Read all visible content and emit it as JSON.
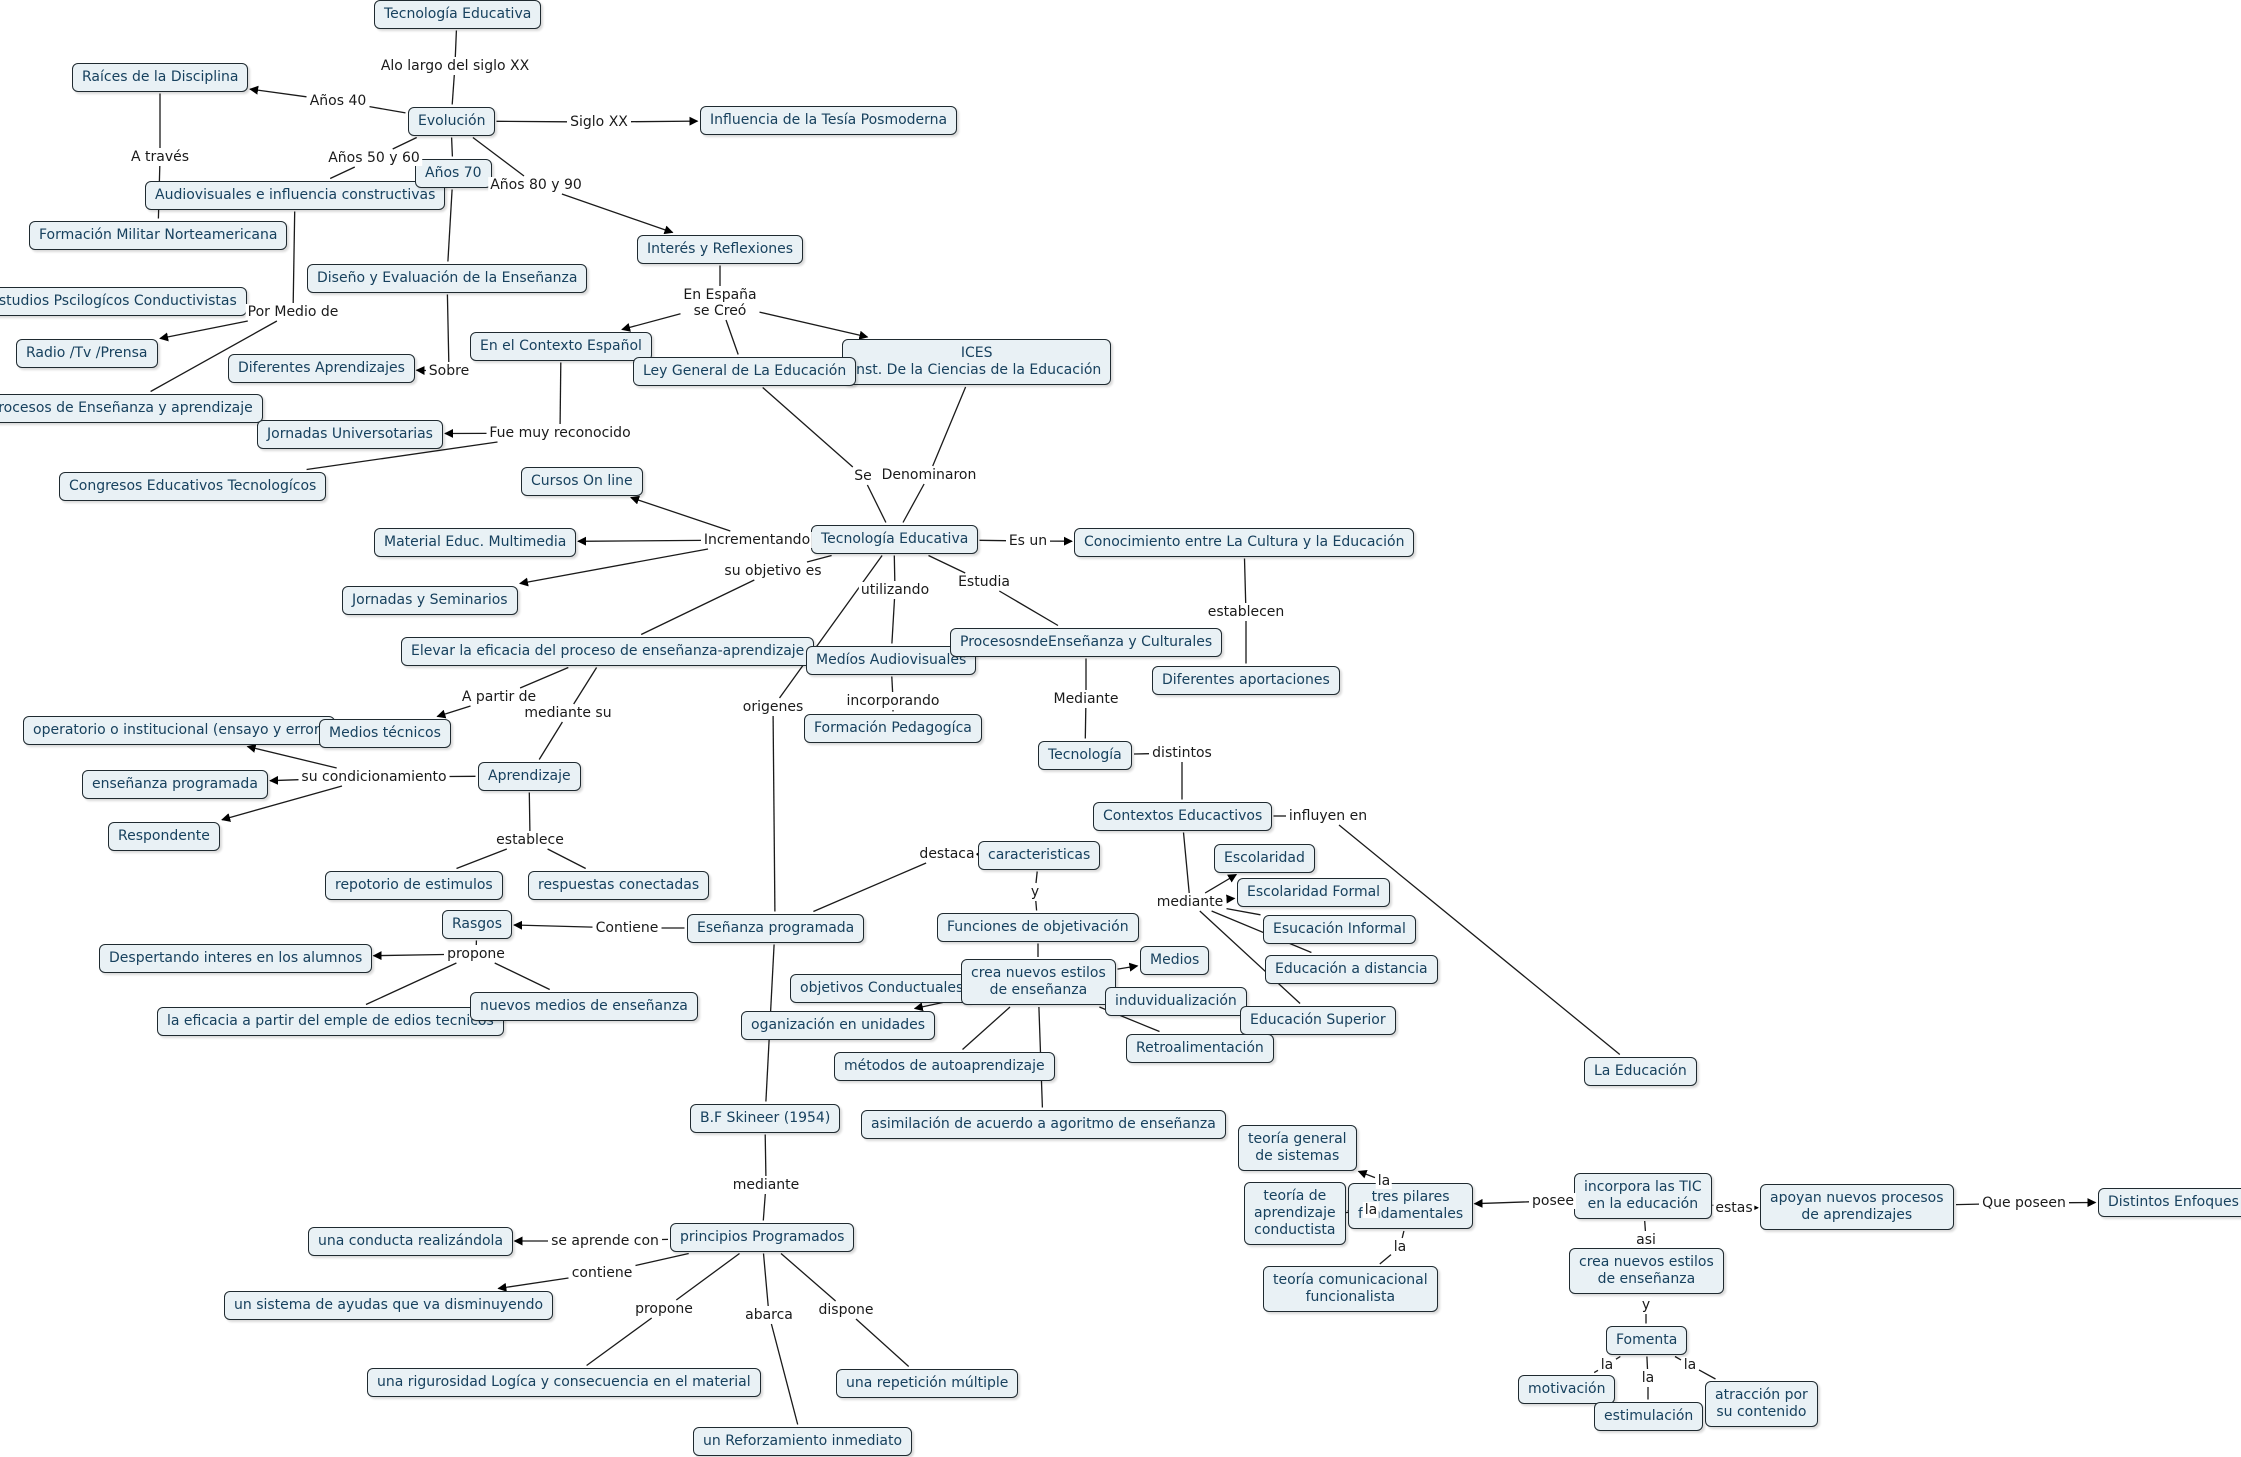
{
  "nodes": [
    {
      "id": "te_top",
      "text": "Tecnología Educativa"
    },
    {
      "id": "raices",
      "text": "Raíces de la Disciplina"
    },
    {
      "id": "evolucion",
      "text": "Evolución"
    },
    {
      "id": "influencia",
      "text": "Influencia de la Tesía Posmoderna"
    },
    {
      "id": "audiovis",
      "text": "Audiovisuales e influencia constructivas"
    },
    {
      "id": "anos70",
      "text": "Años 70"
    },
    {
      "id": "formacion_militar",
      "text": "Formación Militar Norteamericana"
    },
    {
      "id": "interes",
      "text": "Interés y Reflexiones"
    },
    {
      "id": "estudios_psic",
      "text": "Estudios Pscilogícos Conductivistas"
    },
    {
      "id": "diseno",
      "text": "Diseño y Evaluación de la Enseñanza"
    },
    {
      "id": "radio",
      "text": "Radio /Tv /Prensa"
    },
    {
      "id": "contexto_esp",
      "text": "En el Contexto Español"
    },
    {
      "id": "ices",
      "text": "ICES\nInst. De la Ciencias de la Educación"
    },
    {
      "id": "ley_general",
      "text": "Ley General de La Educación"
    },
    {
      "id": "dif_aprend",
      "text": "Diferentes Aprendizajes"
    },
    {
      "id": "procesos_ens",
      "text": "Procesos de Enseñanza y aprendizaje"
    },
    {
      "id": "jornadas_univ",
      "text": "Jornadas Universotarias"
    },
    {
      "id": "congresos",
      "text": "Congresos Educativos Tecnologícos"
    },
    {
      "id": "cursos",
      "text": "Cursos On line"
    },
    {
      "id": "te_center",
      "text": "Tecnología Educativa"
    },
    {
      "id": "material",
      "text": "Material Educ. Multimedia"
    },
    {
      "id": "conocimiento",
      "text": "Conocimiento entre La Cultura y la Educación"
    },
    {
      "id": "jornadas_sem",
      "text": "Jornadas y Seminarios"
    },
    {
      "id": "elevar",
      "text": "Elevar la eficacia del proceso de enseñanza-aprendizaje"
    },
    {
      "id": "medios_av",
      "text": "Medíos Audiovisuales"
    },
    {
      "id": "procesos_cult",
      "text": "ProcesosndeEnseñanza y Culturales"
    },
    {
      "id": "dif_aport",
      "text": "Diferentes aportaciones"
    },
    {
      "id": "operatorio",
      "text": "operatorio o institucional (ensayo y error)"
    },
    {
      "id": "formacion_ped",
      "text": "Formación Pedagogíca"
    },
    {
      "id": "medios_tec",
      "text": "Medios técnicos"
    },
    {
      "id": "tecnologia",
      "text": "Tecnología"
    },
    {
      "id": "ens_prog_small",
      "text": "enseñanza programada"
    },
    {
      "id": "aprendizaje",
      "text": "Aprendizaje"
    },
    {
      "id": "contextos",
      "text": "Contextos Educactivos"
    },
    {
      "id": "respondente",
      "text": "Respondente"
    },
    {
      "id": "caracteristicas",
      "text": "caracteristicas"
    },
    {
      "id": "escolaridad",
      "text": "Escolaridad"
    },
    {
      "id": "repotorio",
      "text": "repotorio de estimulos"
    },
    {
      "id": "respuestas",
      "text": "respuestas conectadas"
    },
    {
      "id": "esc_formal",
      "text": "Escolaridad Formal"
    },
    {
      "id": "rasgos",
      "text": "Rasgos"
    },
    {
      "id": "ens_prog",
      "text": "Eseñanza programada"
    },
    {
      "id": "funciones",
      "text": "Funciones de objetivación"
    },
    {
      "id": "esc_informal",
      "text": "Esucación Informal"
    },
    {
      "id": "despertando",
      "text": "Despertando interes en los alumnos"
    },
    {
      "id": "medios",
      "text": "Medios"
    },
    {
      "id": "edu_distancia",
      "text": "Educación a distancia"
    },
    {
      "id": "obj_cond",
      "text": "objetivos Conductuales"
    },
    {
      "id": "crea_estilos",
      "text": "crea nuevos estilos\nde enseñanza"
    },
    {
      "id": "indiv",
      "text": "induvidualización"
    },
    {
      "id": "eficacia_emple",
      "text": "la eficacia a partir del emple de edios tecnicos"
    },
    {
      "id": "nuevos_medios",
      "text": "nuevos medios de enseñanza"
    },
    {
      "id": "organizacion",
      "text": "oganización en unidades"
    },
    {
      "id": "edu_superior",
      "text": "Educación Superior"
    },
    {
      "id": "retroal",
      "text": "Retroalimentación"
    },
    {
      "id": "metodos",
      "text": "métodos de autoaprendizaje"
    },
    {
      "id": "la_educacion",
      "text": "La Educación"
    },
    {
      "id": "skinner",
      "text": "B.F Skineer (1954)"
    },
    {
      "id": "asimilacion",
      "text": "asimilación de acuerdo a agoritmo de enseñanza"
    },
    {
      "id": "teoria_gen",
      "text": "teoría general\nde sistemas"
    },
    {
      "id": "tres_pilares",
      "text": "tres pilares\nfundamentales"
    },
    {
      "id": "incorpora",
      "text": "incorpora las TIC\nen la educación"
    },
    {
      "id": "apoyan",
      "text": "apoyan nuevos procesos\nde aprendizajes"
    },
    {
      "id": "distintos_enf",
      "text": "Distintos Enfoques"
    },
    {
      "id": "teoria_apr",
      "text": "teoría de\naprendizaje\nconductista"
    },
    {
      "id": "conducta",
      "text": "una conducta realizándola"
    },
    {
      "id": "principios",
      "text": "principios Programados"
    },
    {
      "id": "crea_estilos2",
      "text": "crea nuevos estilos\nde enseñanza"
    },
    {
      "id": "sistema_ayudas",
      "text": "un sistema de ayudas que va disminuyendo"
    },
    {
      "id": "teoria_com",
      "text": "teoría comunicacional\nfuncionalista"
    },
    {
      "id": "fomenta",
      "text": "Fomenta"
    },
    {
      "id": "rigurosidad",
      "text": "una rigurosidad Logíca y consecuencia en el material"
    },
    {
      "id": "repeticion",
      "text": "una repetición múltiple"
    },
    {
      "id": "motivacion",
      "text": "motivación"
    },
    {
      "id": "atraccion",
      "text": "atracción por\nsu contenido"
    },
    {
      "id": "estimulacion",
      "text": "estimulación"
    },
    {
      "id": "reforzamiento",
      "text": "un Reforzamiento inmediato"
    }
  ],
  "link_labels": [
    {
      "id": "l_alo",
      "text": "Alo largo del siglo XX"
    },
    {
      "id": "l_anos40",
      "text": "Años 40"
    },
    {
      "id": "l_sigloxx",
      "text": "Siglo XX"
    },
    {
      "id": "l_atraves",
      "text": "A través"
    },
    {
      "id": "l_anos5060",
      "text": "Años 50 y 60"
    },
    {
      "id": "l_anos8090",
      "text": "Años 80 y 90"
    },
    {
      "id": "l_porMedio",
      "text": "Por Medio de"
    },
    {
      "id": "l_enEspana",
      "text": "En España\nse Creó"
    },
    {
      "id": "l_sobre",
      "text": "Sobre"
    },
    {
      "id": "l_fueMuy",
      "text": "Fue muy reconocido"
    },
    {
      "id": "l_se",
      "text": "Se"
    },
    {
      "id": "l_denominaron",
      "text": "Denominaron"
    },
    {
      "id": "l_incrementando",
      "text": "Incrementando"
    },
    {
      "id": "l_esun",
      "text": "Es un"
    },
    {
      "id": "l_suObjetivo",
      "text": "su objetivo es"
    },
    {
      "id": "l_utilizando",
      "text": "utilizando"
    },
    {
      "id": "l_estudia",
      "text": "Estudia"
    },
    {
      "id": "l_establecen",
      "text": "establecen"
    },
    {
      "id": "l_apartir",
      "text": "A partir de"
    },
    {
      "id": "l_origenes",
      "text": "origenes"
    },
    {
      "id": "l_incorporando",
      "text": "incorporando"
    },
    {
      "id": "l_medianteSu",
      "text": "mediante su"
    },
    {
      "id": "l_mediante1",
      "text": "Mediante"
    },
    {
      "id": "l_distintos",
      "text": "distintos"
    },
    {
      "id": "l_suCond",
      "text": "su condicionamiento"
    },
    {
      "id": "l_influyen",
      "text": "influyen en"
    },
    {
      "id": "l_establece",
      "text": "establece"
    },
    {
      "id": "l_destaca",
      "text": "destaca"
    },
    {
      "id": "l_y1",
      "text": "y"
    },
    {
      "id": "l_mediante2",
      "text": "mediante"
    },
    {
      "id": "l_contiene1",
      "text": "Contiene"
    },
    {
      "id": "l_propone1",
      "text": "propone"
    },
    {
      "id": "l_mediante3",
      "text": "mediante"
    },
    {
      "id": "l_la1",
      "text": "la"
    },
    {
      "id": "l_posee",
      "text": "posee"
    },
    {
      "id": "l_estas",
      "text": "estas"
    },
    {
      "id": "l_quePoseen",
      "text": "Que poseen"
    },
    {
      "id": "l_la2",
      "text": "la"
    },
    {
      "id": "l_seAprende",
      "text": "se aprende con"
    },
    {
      "id": "l_asi",
      "text": "asi"
    },
    {
      "id": "l_la3",
      "text": "la"
    },
    {
      "id": "l_contiene2",
      "text": "contiene"
    },
    {
      "id": "l_y2",
      "text": "y"
    },
    {
      "id": "l_propone2",
      "text": "propone"
    },
    {
      "id": "l_abarca",
      "text": "abarca"
    },
    {
      "id": "l_dispone",
      "text": "dispone"
    },
    {
      "id": "l_la4",
      "text": "la"
    },
    {
      "id": "l_la5",
      "text": "la"
    },
    {
      "id": "l_la6",
      "text": "la"
    }
  ]
}
